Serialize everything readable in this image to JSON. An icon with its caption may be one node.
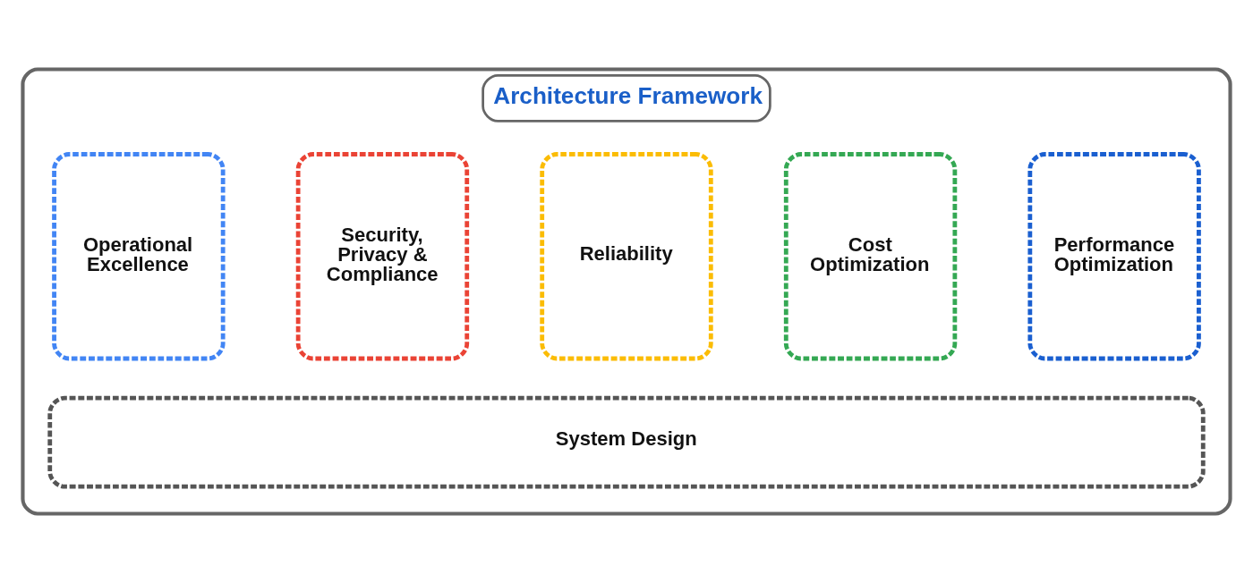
{
  "diagram": {
    "nodes": [
      {
        "text": [
          "Architecture Framework"
        ]
      },
      {
        "text": [
          "Operational Excellence"
        ],
        "in": 0
      },
      {
        "text": [
          "Security, Privacy & Compliance"
        ],
        "in": 0
      },
      {
        "text": [
          "Reliability"
        ],
        "in": 0
      },
      {
        "text": [
          "Cost Optimization"
        ],
        "in": 0
      },
      {
        "text": [
          "Performance Optimization"
        ],
        "in": 0
      },
      {
        "text": [
          "System Design"
        ],
        "in": 0
      }
    ]
  }
}
